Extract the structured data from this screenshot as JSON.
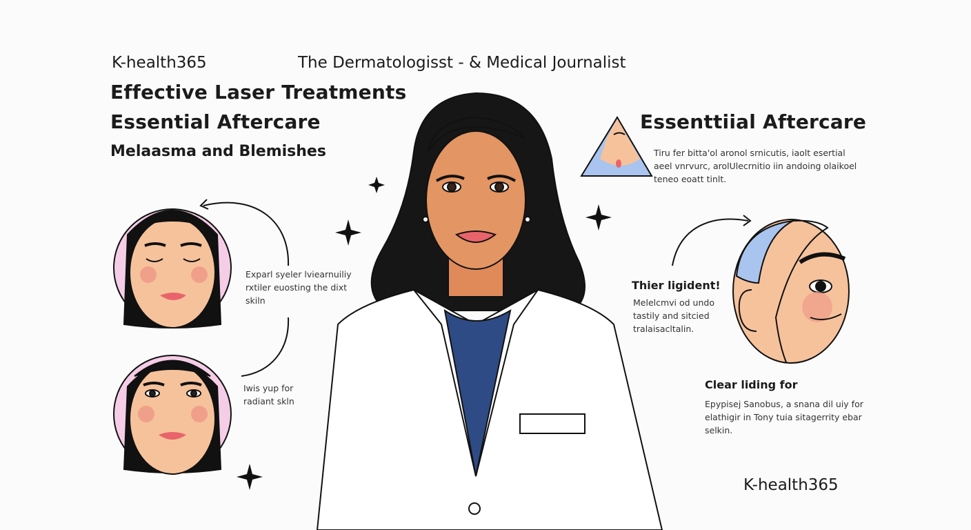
{
  "header": {
    "brand": "K-health365",
    "subtitle": "The Dermatologisst - & Medical Journalist"
  },
  "left_titles": {
    "line1": "Effective Laser Treatments",
    "line2": "Essential Aftercare",
    "line3": "Melaasma and Blemishes"
  },
  "left_captions": {
    "top": "Exparl syeler lviearnuiliy\nrxtiler euosting the dixt\nskiln",
    "bottom": "Iwis yup for\nradiant skln"
  },
  "right_section": {
    "title": "Essenttiial Aftercare",
    "body": "Tiru  fer bitta'ol aronol srnicutis, iaolt  esertial\naeel vnrvurc, arolUlecrnitio iin  andoing olaikoel\nteneo eoatt tinlt."
  },
  "middle_right": {
    "title": "Thier ligident!",
    "body": "Melelcmvi od undo\ntastily and sitcied\ntralaisacltalin."
  },
  "bottom_right": {
    "title": "Clear liding for",
    "body": "Epypisej Sanobus, a snana dil uiy for\nelathigir in Tony tuia sitagerrity ebar\nselkin.",
    "brand": "K-health365"
  },
  "colors": {
    "skin": "#f2b98c",
    "hair": "#161616",
    "scrubs": "#2f4b85",
    "blush": "#f0a08a",
    "pink_bg": "#f3c9e3",
    "blue_accent": "#a9c4ee"
  }
}
